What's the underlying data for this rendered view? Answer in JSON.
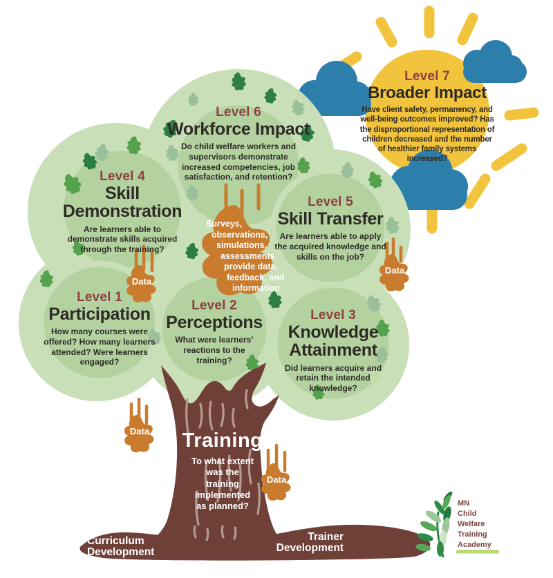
{
  "title": "Training evaluation tree infographic",
  "levels": [
    {
      "label": "Level 1",
      "title": "Participation",
      "question": "How many courses were offered? How many learners attended? Were learners engaged?"
    },
    {
      "label": "Level 2",
      "title": "Perceptions",
      "question": "What were learners’ reactions to the training?"
    },
    {
      "label": "Level 3",
      "title": "Knowledge Attainment",
      "question": "Did learners acquire and retain the intended knowledge?"
    },
    {
      "label": "Level 4",
      "title": "Skill Demonstration",
      "question": "Are learners able to demonstrate skills acquired through the training?"
    },
    {
      "label": "Level 5",
      "title": "Skill Transfer",
      "question": "Are learners able to apply the acquired knowledge and skills on the job?"
    },
    {
      "label": "Level 6",
      "title": "Workforce Impact",
      "question": "Do child welfare workers and supervisors demonstrate increased competencies, job satisfaction, and retention?"
    },
    {
      "label": "Level 7",
      "title": "Broader Impact",
      "question": "Have client safety, permanency, and well-being outcomes improved? Has the disproportional representation of children decreased and the number of healthier family systems increased?"
    }
  ],
  "trunk": {
    "title": "Training",
    "question": "To what extent was the training implemented as planned?"
  },
  "center_leaf": {
    "lines": [
      "Surveys,",
      "observations,",
      "simulations,",
      "assessments",
      "provide data,",
      "feedback, and",
      "information"
    ]
  },
  "data_leaf_label": "Data",
  "footer": {
    "left": "Curriculum Development",
    "right": "Trainer Development"
  },
  "logo": {
    "lines": [
      "MN",
      "Child",
      "Welfare",
      "Training",
      "Academy"
    ]
  },
  "colors": {
    "canopy_outer": "#c9dfb7",
    "canopy_inner": "#b3d2a0",
    "trunk_brown": "#6e4037",
    "bark_line": "#b59a91",
    "orange": "#c97c2e",
    "sun_yellow": "#f2c43d",
    "cloud_blue": "#2d7fab",
    "level_maroon": "#8f3e3e",
    "text_dark": "#2e2a26",
    "logo_maroon": "#7d4542",
    "logo_bar_green": "#b9d977",
    "leaf_dark": "#2e7d45",
    "leaf_medium": "#55a14e",
    "leaf_sage": "#9bbf9a",
    "leaf_pale": "#c2dbae"
  }
}
